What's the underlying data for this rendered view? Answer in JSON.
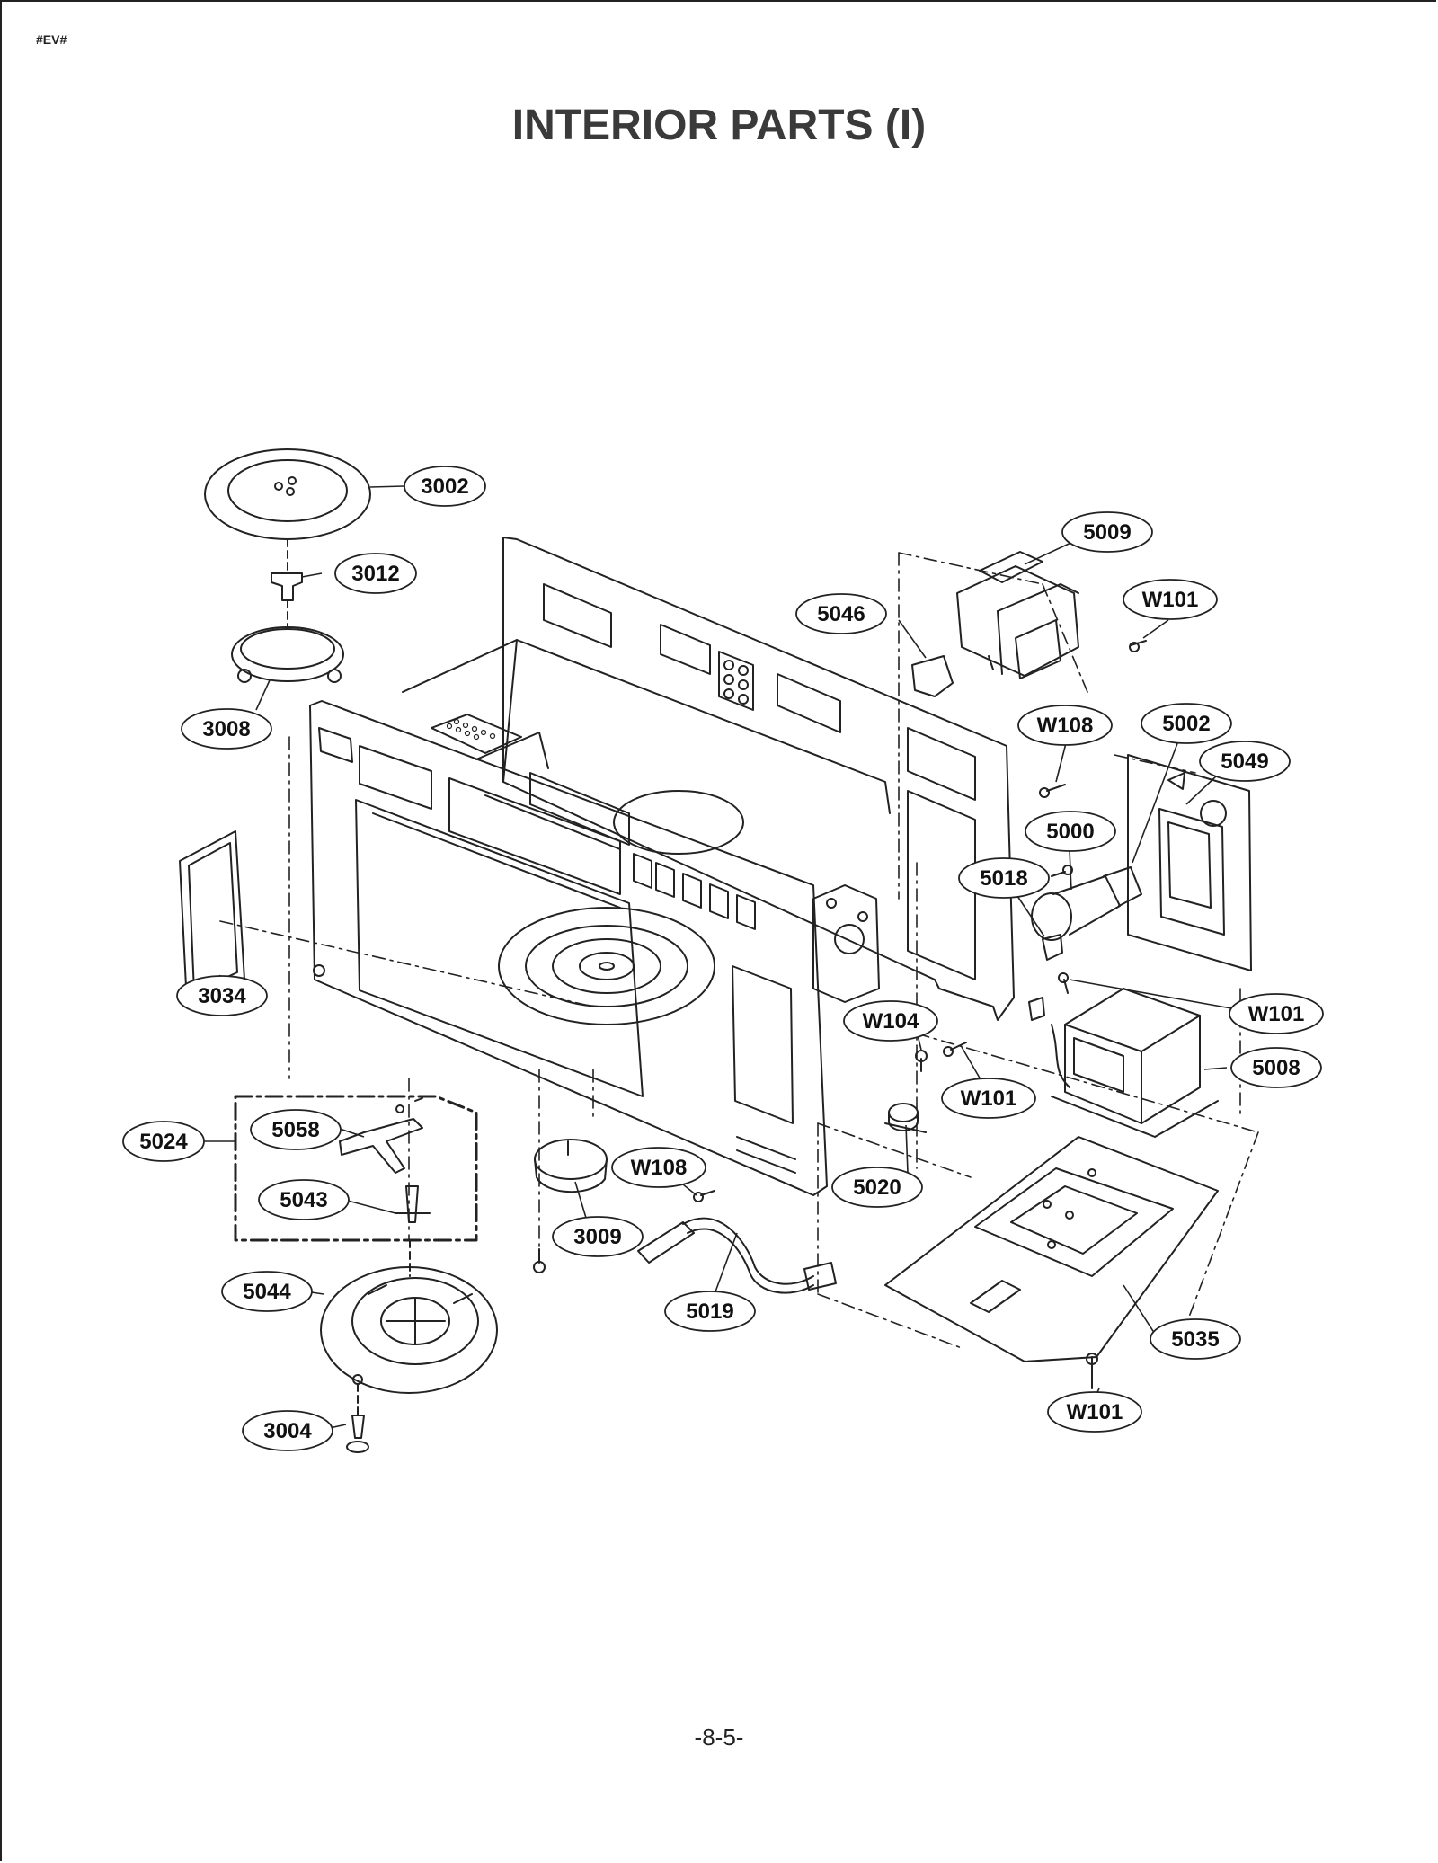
{
  "header": {
    "doc_code": "#EV#",
    "title": "INTERIOR PARTS (I)"
  },
  "footer": {
    "page_number": "-8-5-"
  },
  "diagram": {
    "callouts": [
      {
        "id": "c-3002",
        "label": "3002"
      },
      {
        "id": "c-3012",
        "label": "3012"
      },
      {
        "id": "c-3008",
        "label": "3008"
      },
      {
        "id": "c-3034",
        "label": "3034"
      },
      {
        "id": "c-5024",
        "label": "5024"
      },
      {
        "id": "c-5058",
        "label": "5058"
      },
      {
        "id": "c-5043",
        "label": "5043"
      },
      {
        "id": "c-5044",
        "label": "5044"
      },
      {
        "id": "c-3004",
        "label": "3004"
      },
      {
        "id": "c-3009",
        "label": "3009"
      },
      {
        "id": "c-w108-bottom",
        "label": "W108"
      },
      {
        "id": "c-5019",
        "label": "5019"
      },
      {
        "id": "c-5020",
        "label": "5020"
      },
      {
        "id": "c-w104",
        "label": "W104"
      },
      {
        "id": "c-w101-mid",
        "label": "W101"
      },
      {
        "id": "c-5009",
        "label": "5009"
      },
      {
        "id": "c-w101-top",
        "label": "W101"
      },
      {
        "id": "c-5046",
        "label": "5046"
      },
      {
        "id": "c-w108-top",
        "label": "W108"
      },
      {
        "id": "c-5002",
        "label": "5002"
      },
      {
        "id": "c-5049",
        "label": "5049"
      },
      {
        "id": "c-5000",
        "label": "5000"
      },
      {
        "id": "c-5018",
        "label": "5018"
      },
      {
        "id": "c-w101-right",
        "label": "W101"
      },
      {
        "id": "c-5008",
        "label": "5008"
      },
      {
        "id": "c-5035",
        "label": "5035"
      },
      {
        "id": "c-w101-bottom",
        "label": "W101"
      }
    ]
  }
}
